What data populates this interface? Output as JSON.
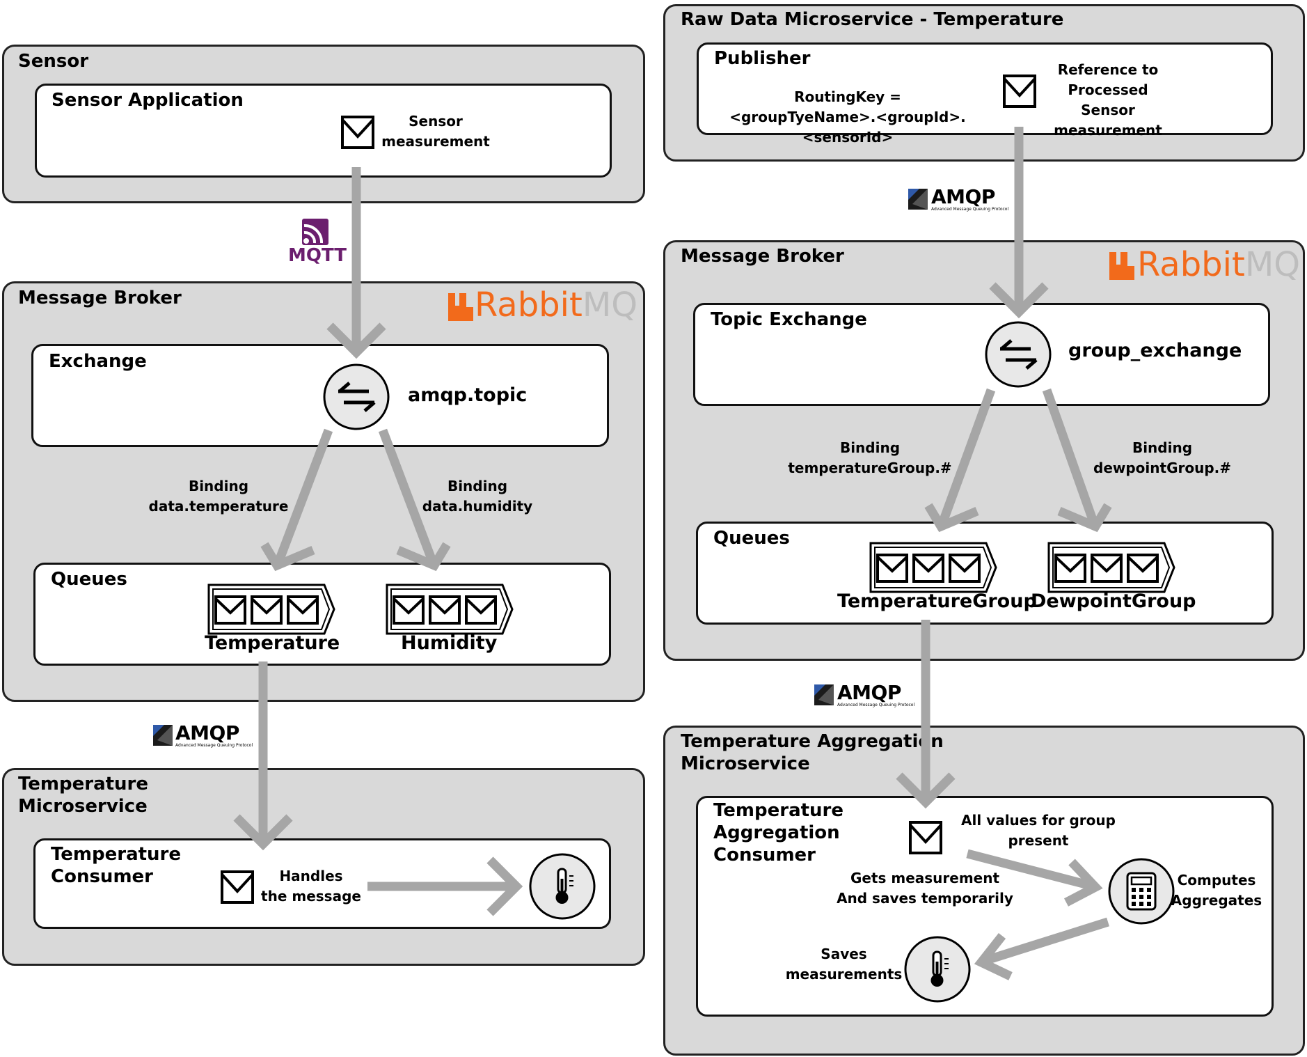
{
  "left": {
    "sensor": {
      "title": "Sensor",
      "app_title": "Sensor Application",
      "msg_label": "Sensor\nmeasurement"
    },
    "mqtt_logo": "MQTT",
    "broker": {
      "title": "Message Broker",
      "logo_a": "Rabbit",
      "logo_b": "MQ",
      "exchange_title": "Exchange",
      "exchange_name": "amqp.topic",
      "binding_left": "Binding\ndata.temperature",
      "binding_right": "Binding\ndata.humidity",
      "queues_title": "Queues",
      "queue_1": "Temperature",
      "queue_2": "Humidity"
    },
    "amqp_logo": {
      "text": "AMQP",
      "sub": "Advanced Message Queuing Protocol"
    },
    "micro": {
      "title": "Temperature\nMicroservice",
      "consumer_title": "Temperature\nConsumer",
      "handles": "Handles\nthe message"
    }
  },
  "right": {
    "raw": {
      "title": "Raw Data Microservice - Temperature",
      "publisher_title": "Publisher",
      "routing": "RoutingKey =\n<groupTyeName>.<groupId>.<sensorId>",
      "reference": "Reference to\nProcessed Sensor\nmeasurement"
    },
    "amqp_logo_1": {
      "text": "AMQP",
      "sub": "Advanced Message Queuing Protocol"
    },
    "broker": {
      "title": "Message Broker",
      "logo_a": "Rabbit",
      "logo_b": "MQ",
      "exchange_title": "Topic Exchange",
      "exchange_name": "group_exchange",
      "binding_left": "Binding\ntemperatureGroup.#",
      "binding_right": "Binding\ndewpointGroup.#",
      "queues_title": "Queues",
      "queue_1": "TemperatureGroup",
      "queue_2": "DewpointGroup"
    },
    "amqp_logo_2": {
      "text": "AMQP",
      "sub": "Advanced Message Queuing Protocol"
    },
    "agg": {
      "title": "Temperature Aggregation\nMicroservice",
      "consumer_title": "Temperature\nAggregation\nConsumer",
      "all_values": "All values for group\npresent",
      "gets": "Gets measurement\nAnd saves temporarily",
      "computes": "Computes\nAggregates",
      "saves": "Saves\nmeasurements"
    }
  },
  "colors": {
    "panel": "#d9d9d9",
    "arrow": "#a6a6a6",
    "rabbit_orange": "#f26a1b",
    "mqtt_purple": "#6b1e6e",
    "icon_circle": "#e8e8e8"
  }
}
